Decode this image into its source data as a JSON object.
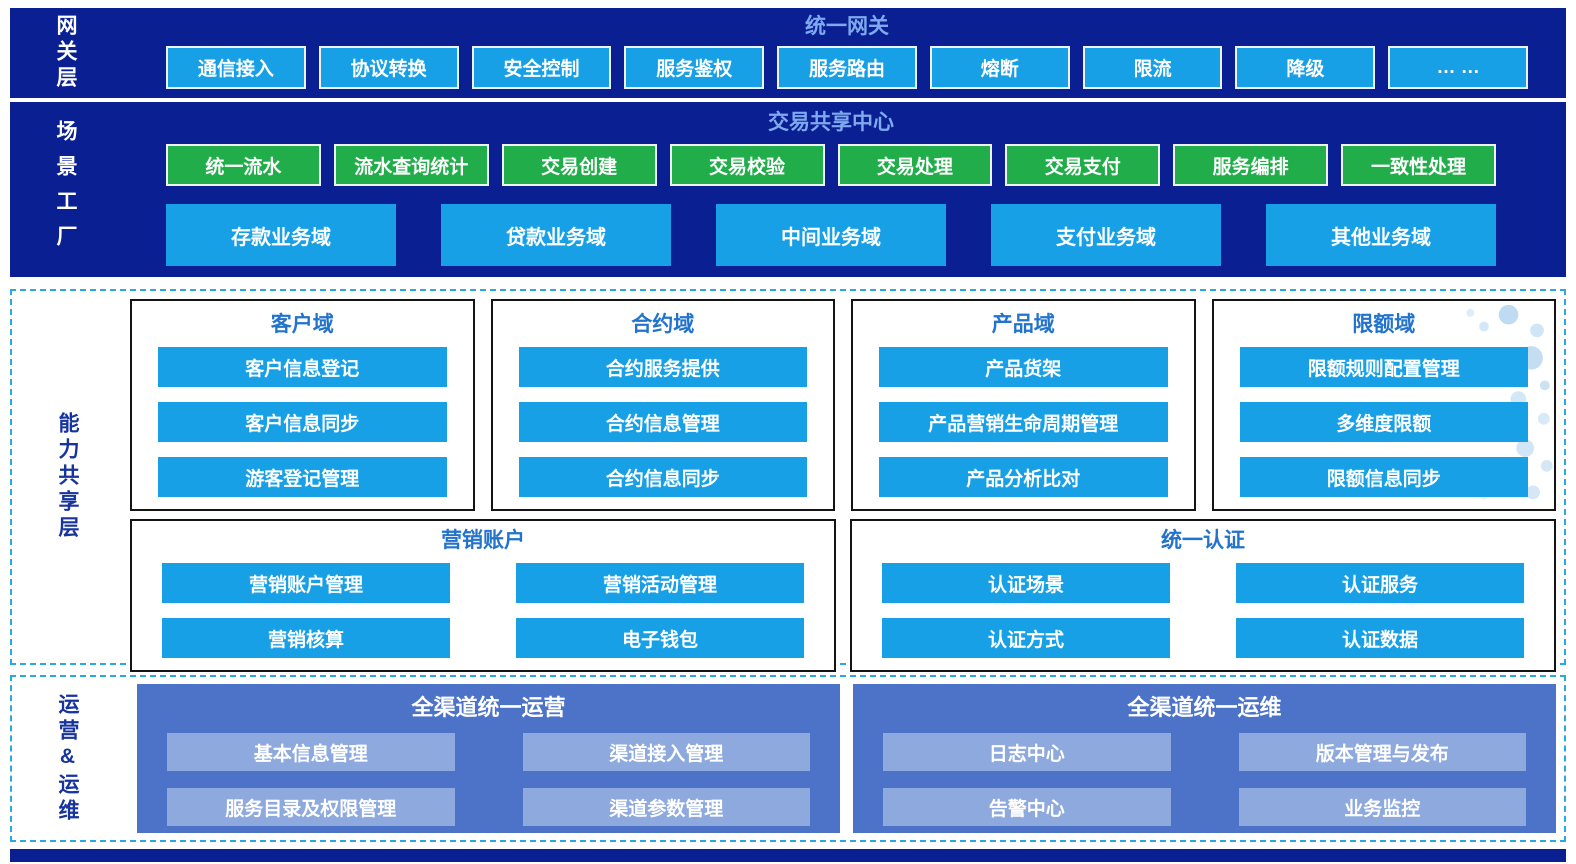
{
  "gateway": {
    "layer_label": "网关层",
    "title": "统一网关",
    "items": [
      "通信接入",
      "协议转换",
      "安全控制",
      "服务鉴权",
      "服务路由",
      "熔断",
      "限流",
      "降级",
      "… …"
    ]
  },
  "scenario": {
    "layer_label": "场景工厂",
    "title": "交易共享中心",
    "services": [
      "统一流水",
      "流水查询统计",
      "交易创建",
      "交易校验",
      "交易处理",
      "交易支付",
      "服务编排",
      "一致性处理"
    ],
    "domains": [
      "存款业务域",
      "贷款业务域",
      "中间业务域",
      "支付业务域",
      "其他业务域"
    ]
  },
  "capability": {
    "layer_label": "能力共享层",
    "groups_row1": [
      {
        "title": "客户域",
        "items": [
          "客户信息登记",
          "客户信息同步",
          "游客登记管理"
        ]
      },
      {
        "title": "合约域",
        "items": [
          "合约服务提供",
          "合约信息管理",
          "合约信息同步"
        ]
      },
      {
        "title": "产品域",
        "items": [
          "产品货架",
          "产品营销生命周期管理",
          "产品分析比对"
        ]
      },
      {
        "title": "限额域",
        "items": [
          "限额规则配置管理",
          "多维度限额",
          "限额信息同步"
        ]
      }
    ],
    "groups_row2": [
      {
        "title": "营销账户",
        "items": [
          "营销账户管理",
          "营销活动管理",
          "营销核算",
          "电子钱包"
        ]
      },
      {
        "title": "统一认证",
        "items": [
          "认证场景",
          "认证服务",
          "认证方式",
          "认证数据"
        ]
      }
    ]
  },
  "operations": {
    "layer_label": "运营&运维",
    "groups": [
      {
        "title": "全渠道统一运营",
        "items": [
          "基本信息管理",
          "渠道接入管理",
          "服务目录及权限管理",
          "渠道参数管理"
        ]
      },
      {
        "title": "全渠道统一运维",
        "items": [
          "日志中心",
          "版本管理与发布",
          "告警中心",
          "业务监控"
        ]
      }
    ]
  },
  "colors": {
    "band_navy": "#0a2092",
    "block_blue": "#18a0e6",
    "block_green": "#21ad4a",
    "band_title_blue": "#7fa8ef",
    "group_title_blue": "#2273cc",
    "dashed_border_blue": "#2aa9e0",
    "ops_box_blue": "#4d73c9",
    "ops_block_blue": "#8ea9de",
    "layer_label_blue": "#16339e",
    "group_border": "#141414"
  }
}
